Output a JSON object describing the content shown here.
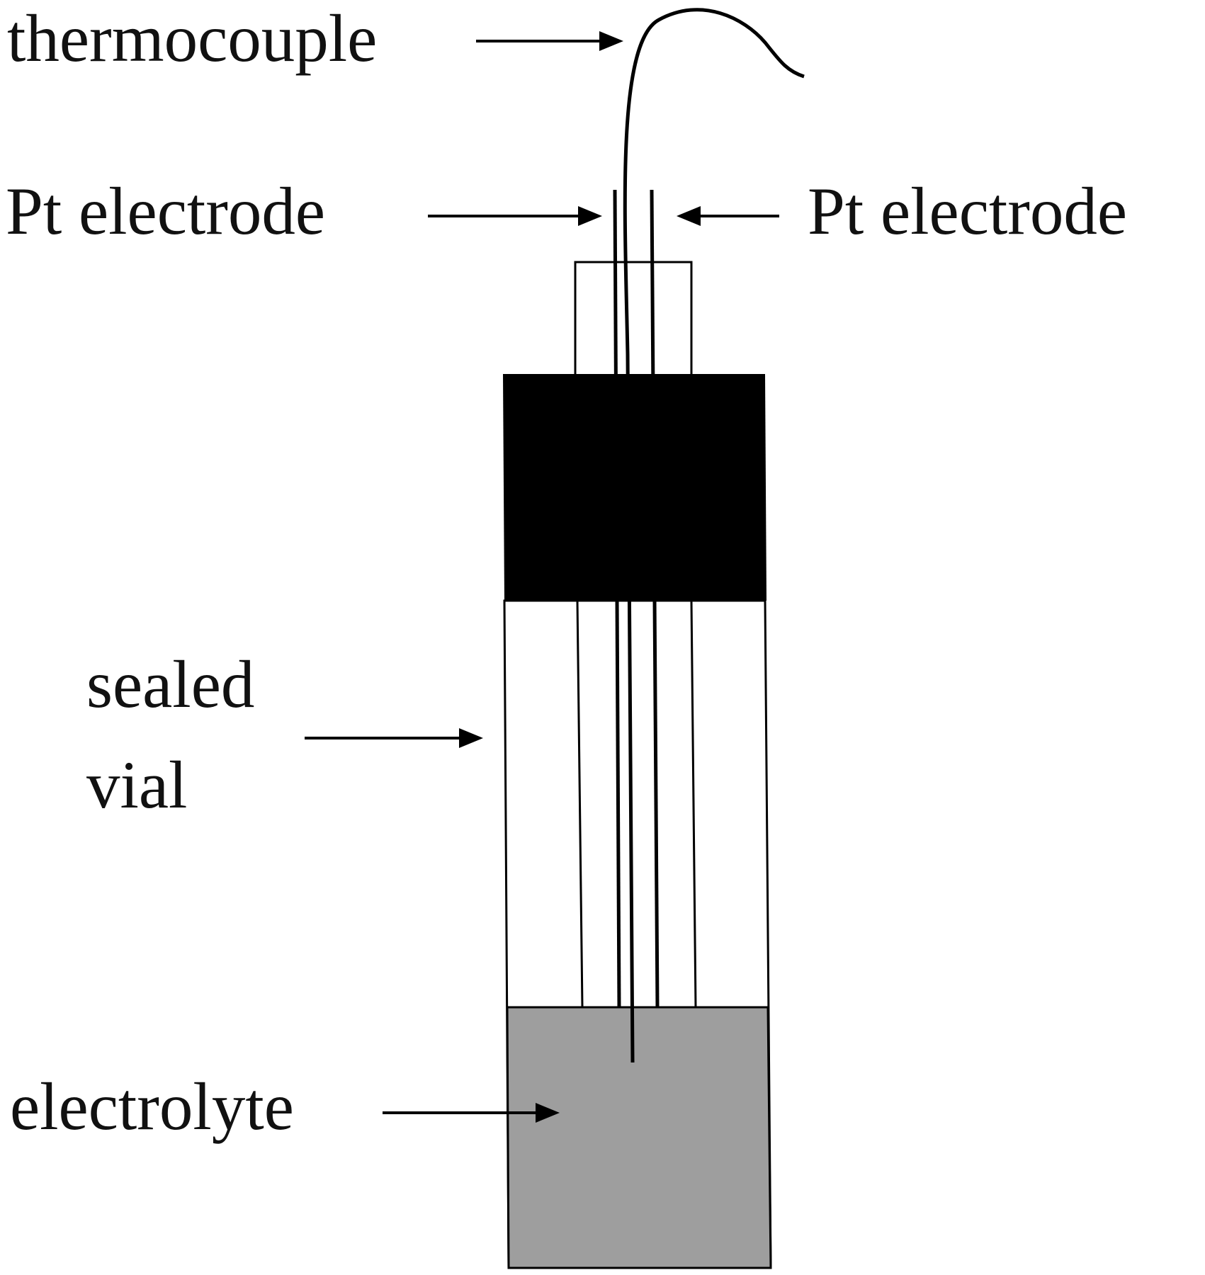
{
  "labels": {
    "thermocouple": "thermocouple",
    "pt_electrode_left": "Pt electrode",
    "pt_electrode_right": "Pt electrode",
    "sealed_line1": "sealed",
    "sealed_line2": "vial",
    "electrolyte": "electrolyte"
  },
  "colors": {
    "cap": "#000000",
    "electrolyte": "#9e9e9e",
    "line": "#000000",
    "background": "#ffffff"
  }
}
